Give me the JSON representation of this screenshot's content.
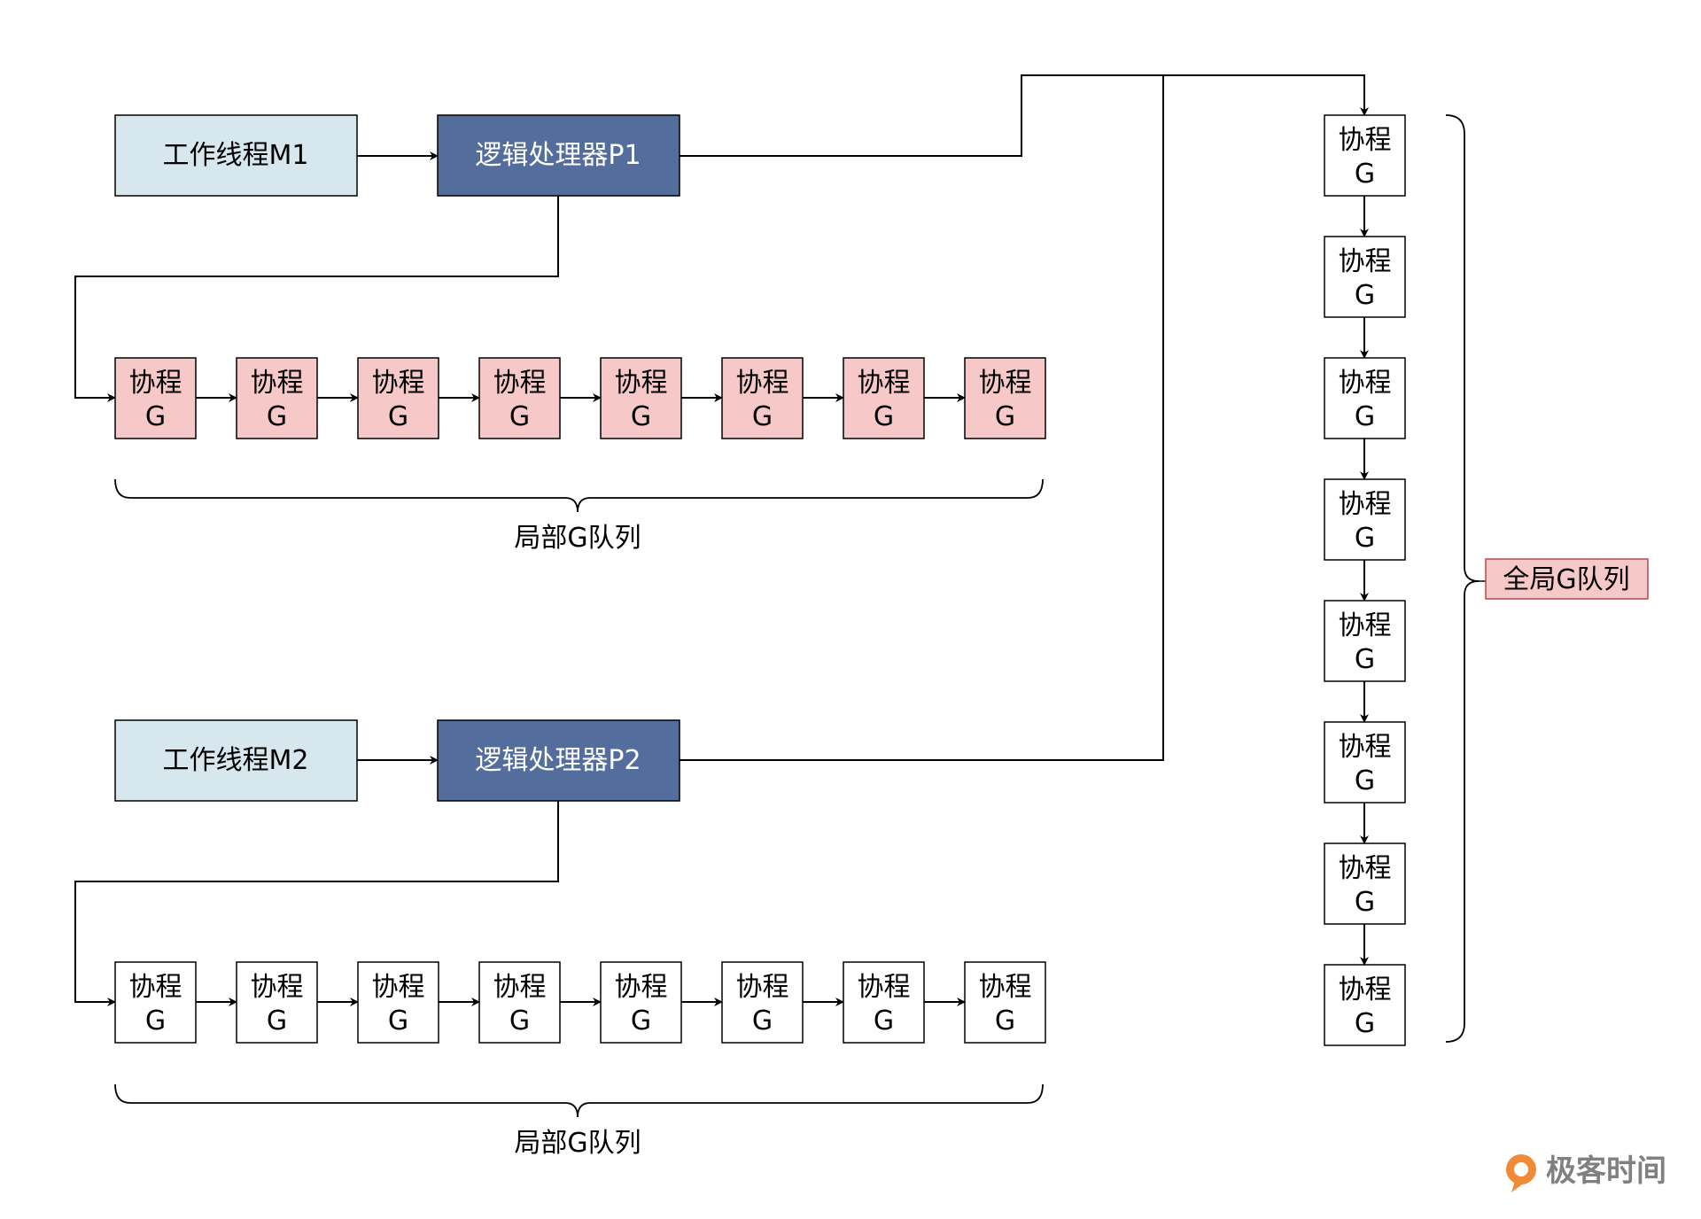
{
  "colors": {
    "thread_fill": "#d6e7ee",
    "processor_fill": "#536e9c",
    "processor_text": "#ffffff",
    "local_g_pink_fill": "#f6c9c8",
    "plain_fill": "#ffffff",
    "global_label_fill": "#f6c9c8",
    "global_label_stroke": "#b34a4a",
    "line": "#000000",
    "logo_accent": "#f08a34",
    "logo_text": "#808080"
  },
  "group1": {
    "thread": "工作线程M1",
    "processor": "逻辑处理器P1",
    "local_queue": [
      {
        "line1": "协程",
        "line2": "G"
      },
      {
        "line1": "协程",
        "line2": "G"
      },
      {
        "line1": "协程",
        "line2": "G"
      },
      {
        "line1": "协程",
        "line2": "G"
      },
      {
        "line1": "协程",
        "line2": "G"
      },
      {
        "line1": "协程",
        "line2": "G"
      },
      {
        "line1": "协程",
        "line2": "G"
      },
      {
        "line1": "协程",
        "line2": "G"
      }
    ],
    "queue_label": "局部G队列"
  },
  "group2": {
    "thread": "工作线程M2",
    "processor": "逻辑处理器P2",
    "local_queue": [
      {
        "line1": "协程",
        "line2": "G"
      },
      {
        "line1": "协程",
        "line2": "G"
      },
      {
        "line1": "协程",
        "line2": "G"
      },
      {
        "line1": "协程",
        "line2": "G"
      },
      {
        "line1": "协程",
        "line2": "G"
      },
      {
        "line1": "协程",
        "line2": "G"
      },
      {
        "line1": "协程",
        "line2": "G"
      },
      {
        "line1": "协程",
        "line2": "G"
      }
    ],
    "queue_label": "局部G队列"
  },
  "global_queue": {
    "items": [
      {
        "line1": "协程",
        "line2": "G"
      },
      {
        "line1": "协程",
        "line2": "G"
      },
      {
        "line1": "协程",
        "line2": "G"
      },
      {
        "line1": "协程",
        "line2": "G"
      },
      {
        "line1": "协程",
        "line2": "G"
      },
      {
        "line1": "协程",
        "line2": "G"
      },
      {
        "line1": "协程",
        "line2": "G"
      },
      {
        "line1": "协程",
        "line2": "G"
      }
    ],
    "label": "全局G队列"
  },
  "logo": {
    "text": "极客时间",
    "icon": "geektime-logo-icon"
  }
}
